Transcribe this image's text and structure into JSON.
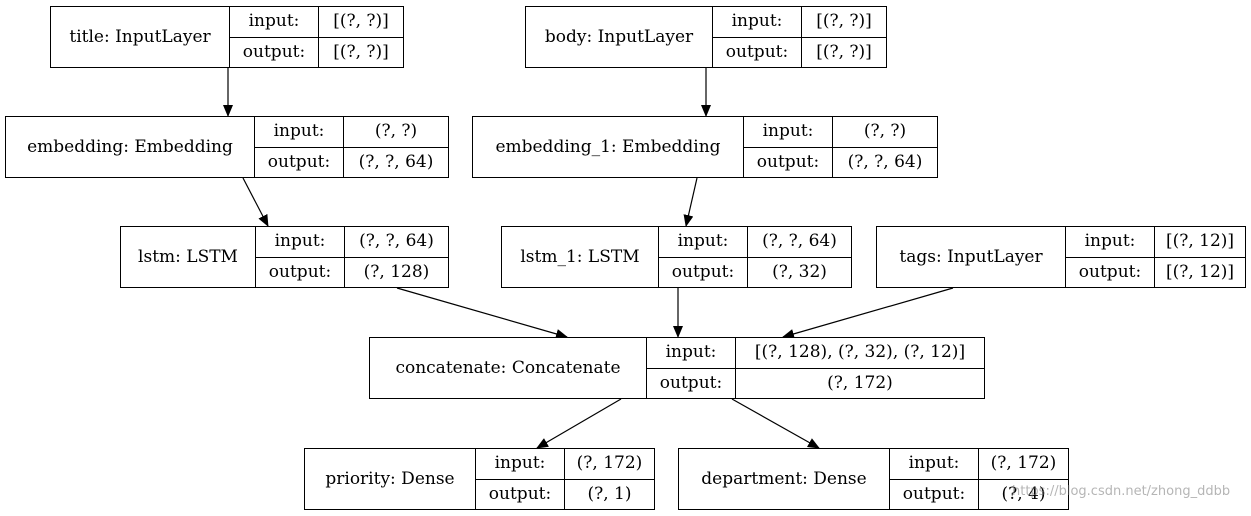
{
  "diagram": {
    "field_labels": {
      "input": "input:",
      "output": "output:"
    },
    "nodes": {
      "title": {
        "name": "title: InputLayer",
        "input": "[(?, ?)]",
        "output": "[(?, ?)]"
      },
      "body": {
        "name": "body: InputLayer",
        "input": "[(?, ?)]",
        "output": "[(?, ?)]"
      },
      "embedding": {
        "name": "embedding: Embedding",
        "input": "(?, ?)",
        "output": "(?, ?, 64)"
      },
      "embedding_1": {
        "name": "embedding_1: Embedding",
        "input": "(?, ?)",
        "output": "(?, ?, 64)"
      },
      "lstm": {
        "name": "lstm: LSTM",
        "input": "(?, ?, 64)",
        "output": "(?, 128)"
      },
      "lstm_1": {
        "name": "lstm_1: LSTM",
        "input": "(?, ?, 64)",
        "output": "(?, 32)"
      },
      "tags": {
        "name": "tags: InputLayer",
        "input": "[(?, 12)]",
        "output": "[(?, 12)]"
      },
      "concatenate": {
        "name": "concatenate: Concatenate",
        "input": "[(?, 128), (?, 32), (?, 12)]",
        "output": "(?, 172)"
      },
      "priority": {
        "name": "priority: Dense",
        "input": "(?, 172)",
        "output": "(?, 1)"
      },
      "department": {
        "name": "department: Dense",
        "input": "(?, 172)",
        "output": "(?, 4)"
      }
    },
    "edges": [
      {
        "from": "title",
        "to": "embedding"
      },
      {
        "from": "body",
        "to": "embedding_1"
      },
      {
        "from": "embedding",
        "to": "lstm"
      },
      {
        "from": "embedding_1",
        "to": "lstm_1"
      },
      {
        "from": "lstm",
        "to": "concatenate"
      },
      {
        "from": "lstm_1",
        "to": "concatenate"
      },
      {
        "from": "tags",
        "to": "concatenate"
      },
      {
        "from": "concatenate",
        "to": "priority"
      },
      {
        "from": "concatenate",
        "to": "department"
      }
    ]
  },
  "watermark": "https://blog.csdn.net/zhong_ddbb"
}
